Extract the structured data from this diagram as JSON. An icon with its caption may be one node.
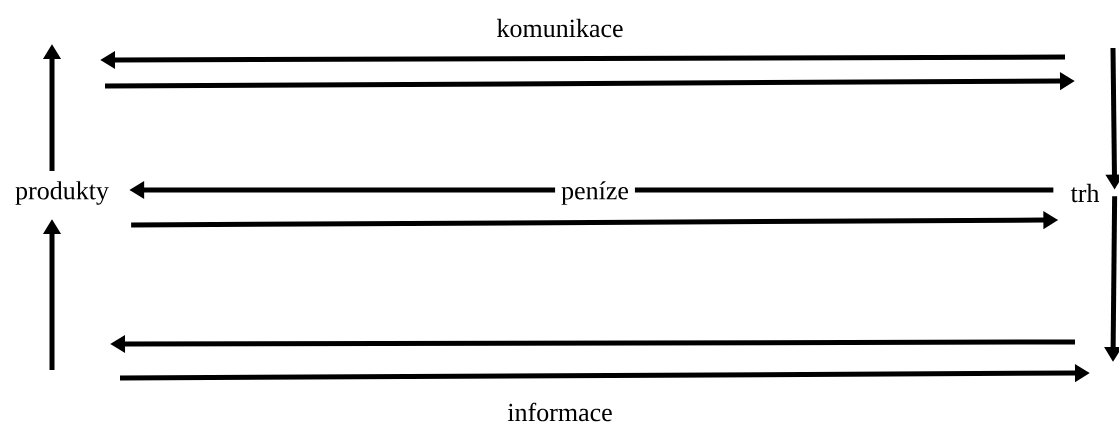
{
  "diagram": {
    "nodes": [
      {
        "text": [
          "produkty"
        ]
      },
      {
        "text": [
          "trh"
        ]
      }
    ],
    "edges": [
      {
        "from": 1,
        "to": 0,
        "arrow": "to",
        "label": "peníze"
      },
      {
        "from": 0,
        "to": 1,
        "arrow": "to"
      },
      {
        "from": 0,
        "to": null,
        "arrow": "to"
      },
      {
        "from": null,
        "to": 0,
        "arrow": "to"
      },
      {
        "from": null,
        "to": 1,
        "arrow": "to"
      },
      {
        "from": 1,
        "to": null,
        "arrow": "to"
      }
    ],
    "labels": [
      "komunikace",
      "informace"
    ]
  }
}
